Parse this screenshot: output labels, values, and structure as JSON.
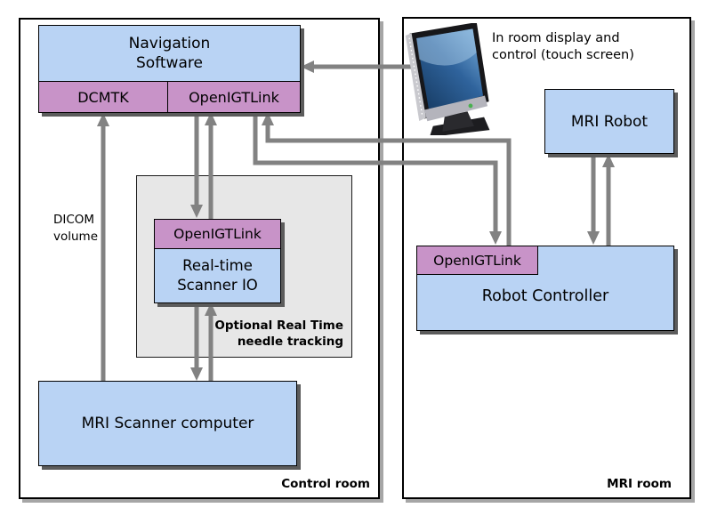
{
  "rooms": {
    "control_room_label": "Control room",
    "mri_room_label": "MRI room"
  },
  "boxes": {
    "navigation": {
      "line1": "Navigation",
      "line2": "Software"
    },
    "dcmtk_label": "DCMTK",
    "nav_openigtlink_label": "OpenIGTLink",
    "tracking_openigtlink_label": "OpenIGTLink",
    "realtime_scanner": {
      "line1": "Real-time",
      "line2": "Scanner IO"
    },
    "mri_scanner_label": "MRI Scanner computer",
    "mri_robot_label": "MRI Robot",
    "robot_controller_label": "Robot Controller",
    "controller_openigtlink_label": "OpenIGTLink"
  },
  "labels": {
    "dicom": {
      "line1": "DICOM",
      "line2": "volume"
    },
    "optional_tracking": {
      "line1": "Optional Real Time",
      "line2": "needle tracking"
    },
    "monitor": {
      "line1": "In room display and",
      "line2": "control (touch screen)"
    }
  },
  "icons": {
    "monitor_icon_name": "touch-screen-monitor-icon"
  },
  "colors": {
    "box_blue": "#b9d3f4",
    "box_purple": "#c893c8",
    "gray_panel": "#e7e7e7",
    "arrow_gray": "#828282",
    "box_shadow": "#5c5c5c",
    "room_shadow": "#a6a6a6"
  }
}
